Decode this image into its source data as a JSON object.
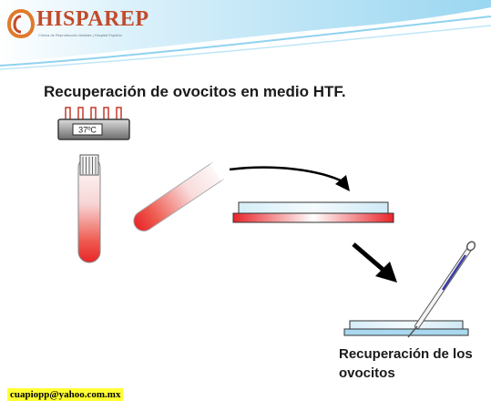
{
  "logo": {
    "name": "HISPAREP",
    "subtitle": "Clínica de Reproducción Asistida | Hospital Español"
  },
  "slide": {
    "title_part1": "Recuperación de ovocitos ",
    "title_part2": "en medio HTF."
  },
  "heater": {
    "label": "37ºC"
  },
  "caption": {
    "line1": "Recuperación de los",
    "line2": "ovocitos"
  },
  "footer": {
    "email": "cuapiopp@yahoo.com.mx"
  },
  "colors": {
    "header_blue": "#aee0f5",
    "logo_red": "#c34a2a",
    "medium_red": "#e8252a",
    "dish_blue": "#cfe9f5",
    "highlight": "#ffff33"
  }
}
